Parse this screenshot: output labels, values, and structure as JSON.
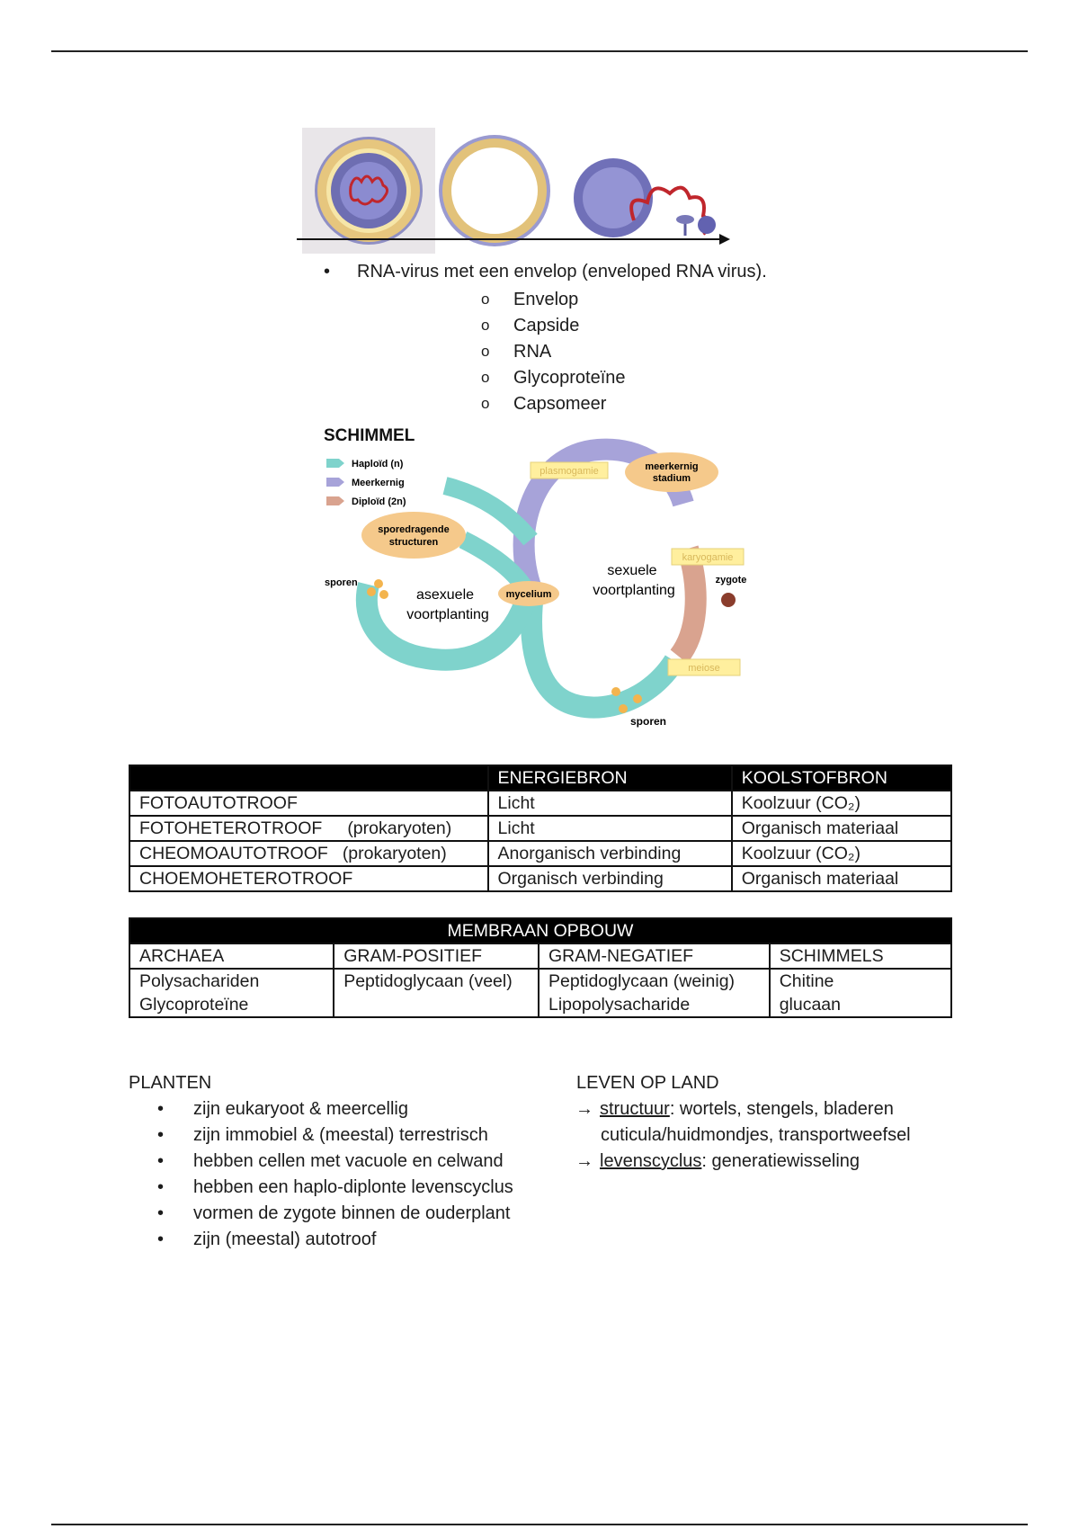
{
  "virus": {
    "bullet": "RNA-virus met een envelop (enveloped RNA virus).",
    "parts": [
      "Envelop",
      "Capside",
      "RNA",
      "Glycoproteïne",
      "Capsomeer"
    ]
  },
  "fungus": {
    "title": "SCHIMMEL",
    "legend": [
      "Haploïd (n)",
      "Meerkernig",
      "Diploïd (2n)"
    ],
    "labels": {
      "plasmogamie": "plasmogamie",
      "meerkernig": [
        "meerkernig",
        "stadium"
      ],
      "karyogamie": "karyogamie",
      "zygote": "zygote",
      "meiose": "meiose",
      "sporen_bottom": "sporen",
      "sporen_left": "sporen",
      "mycelium": "mycelium",
      "sporedragende": [
        "sporedragende",
        "structuren"
      ],
      "asexueel": [
        "asexuele",
        "voortplanting"
      ],
      "sexueel": [
        "sexuele",
        "voortplanting"
      ]
    },
    "colors": {
      "haploid": "#7fd3cc",
      "meerkernig": "#a7a3d9",
      "diploid": "#d9a38f",
      "node": "#f5c98b",
      "tag": "#ffef9e"
    }
  },
  "nutrition_table": {
    "headers": [
      "",
      "ENERGIEBRON",
      "KOOLSTOFBRON"
    ],
    "rows": [
      {
        "name": "FOTOAUTOTROOF",
        "note": "",
        "energy": "Licht",
        "carbon": "Koolzuur (CO₂)"
      },
      {
        "name": "FOTOHETEROTROOF",
        "note": "(prokaryoten)",
        "energy": "Licht",
        "carbon": "Organisch materiaal"
      },
      {
        "name": "CHEOMOAUTOTROOF",
        "note": "(prokaryoten)",
        "energy": "Anorganisch verbinding",
        "carbon": "Koolzuur (CO₂)"
      },
      {
        "name": "CHOEMOHETEROTROOF",
        "note": "",
        "energy": "Organisch verbinding",
        "carbon": "Organisch materiaal"
      }
    ]
  },
  "membrane_table": {
    "title": "MEMBRAAN OPBOUW",
    "headers": [
      "ARCHAEA",
      "GRAM-POSITIEF",
      "GRAM-NEGATIEF",
      "SCHIMMELS"
    ],
    "rows": [
      [
        "Polysachariden",
        "Peptidoglycaan (veel)",
        "Peptidoglycaan (weinig)",
        "Chitine"
      ],
      [
        "Glycoproteïne",
        "",
        "Lipopolysacharide",
        "glucaan"
      ]
    ]
  },
  "planten": {
    "title": "PLANTEN",
    "bullets": [
      "zijn eukaryoot & meercellig",
      "zijn immobiel & (meestal) terrestrisch",
      "hebben cellen met vacuole en celwand",
      "hebben een haplo-diplonte levenscyclus",
      "vormen de zygote binnen de ouderplant",
      "zijn (meestal) autotroof"
    ]
  },
  "leven_op_land": {
    "title": "LEVEN OP LAND",
    "arrow": "→",
    "structuur_term": "structuur",
    "structuur_text": ": wortels, stengels, bladeren",
    "structuur_text2": "cuticula/huidmondjes, transportweefsel",
    "levenscyclus_term": "levenscyclus",
    "levenscyclus_text": ": generatiewisseling"
  }
}
